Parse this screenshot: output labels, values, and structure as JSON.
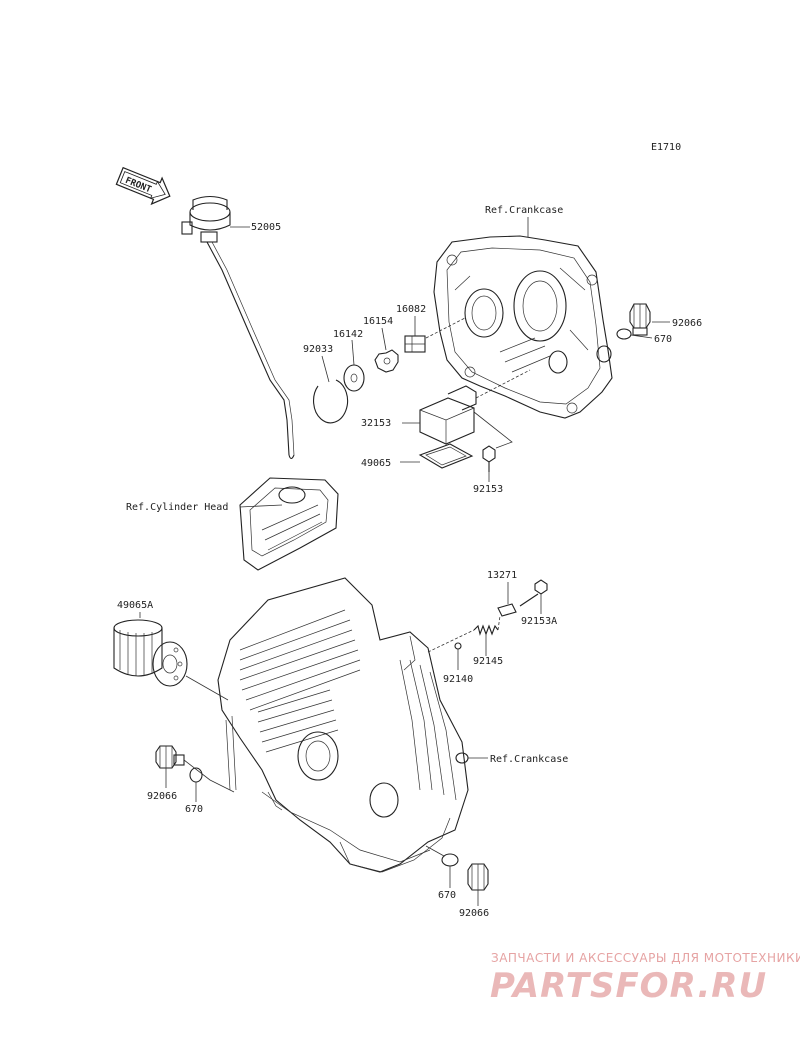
{
  "diagram": {
    "code": "E1710",
    "front_arrow": "FRONT",
    "refs": {
      "crankcase_top": "Ref.Crankcase",
      "cylinder_head": "Ref.Cylinder Head",
      "crankcase_bottom": "Ref.Crankcase"
    },
    "parts": {
      "p52005": "52005",
      "p92066_top": "92066",
      "p670_top": "670",
      "p16082": "16082",
      "p16154": "16154",
      "p16142": "16142",
      "p92033": "92033",
      "p32153": "32153",
      "p49065": "49065",
      "p92153": "92153",
      "p13271": "13271",
      "p92153A": "92153A",
      "p92145": "92145",
      "p92140": "92140",
      "p49065A": "49065A",
      "p92066_left": "92066",
      "p670_left": "670",
      "p670_bottom": "670",
      "p92066_bottom": "92066"
    }
  },
  "watermark": {
    "tagline": "ЗАПЧАСТИ И АКСЕССУАРЫ ДЛЯ МОТОТЕХНИКИ",
    "brand": "PARTSFOR.RU"
  }
}
